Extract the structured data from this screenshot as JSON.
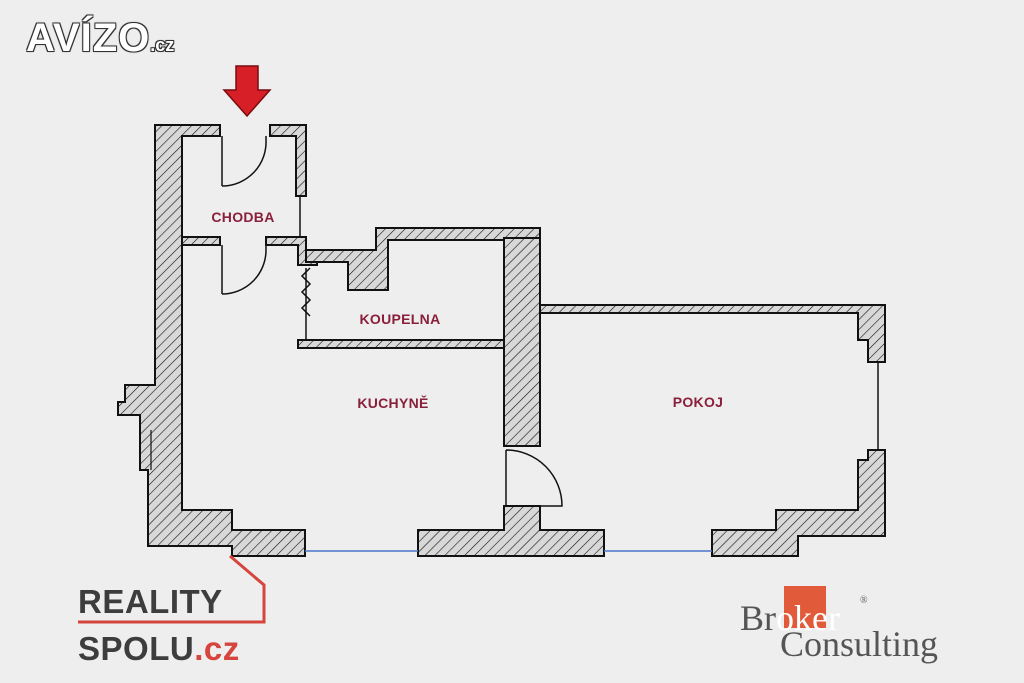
{
  "watermark": {
    "brand": "AVÍZO",
    "tld": ".cz"
  },
  "rooms": [
    {
      "id": "chodba",
      "label": "CHODBA"
    },
    {
      "id": "koupelna",
      "label": "KOUPELNA"
    },
    {
      "id": "kuchyne",
      "label": "KUCHYNĚ"
    },
    {
      "id": "pokoj",
      "label": "POKOJ"
    }
  ],
  "logos": {
    "reality": {
      "line1": "REALITY",
      "line2": "SPOLU",
      "tld": ".cz"
    },
    "broker": {
      "part1": "Br",
      "highlight": "oker",
      "part2": "Consulting",
      "reg": "®"
    }
  },
  "colors": {
    "wall_fill": "#d8d8d8",
    "wall_stroke": "#111111",
    "label": "#8a1f3c",
    "arrow": "#d61f26",
    "window": "#4a76c9",
    "background": "#eeeeee"
  }
}
